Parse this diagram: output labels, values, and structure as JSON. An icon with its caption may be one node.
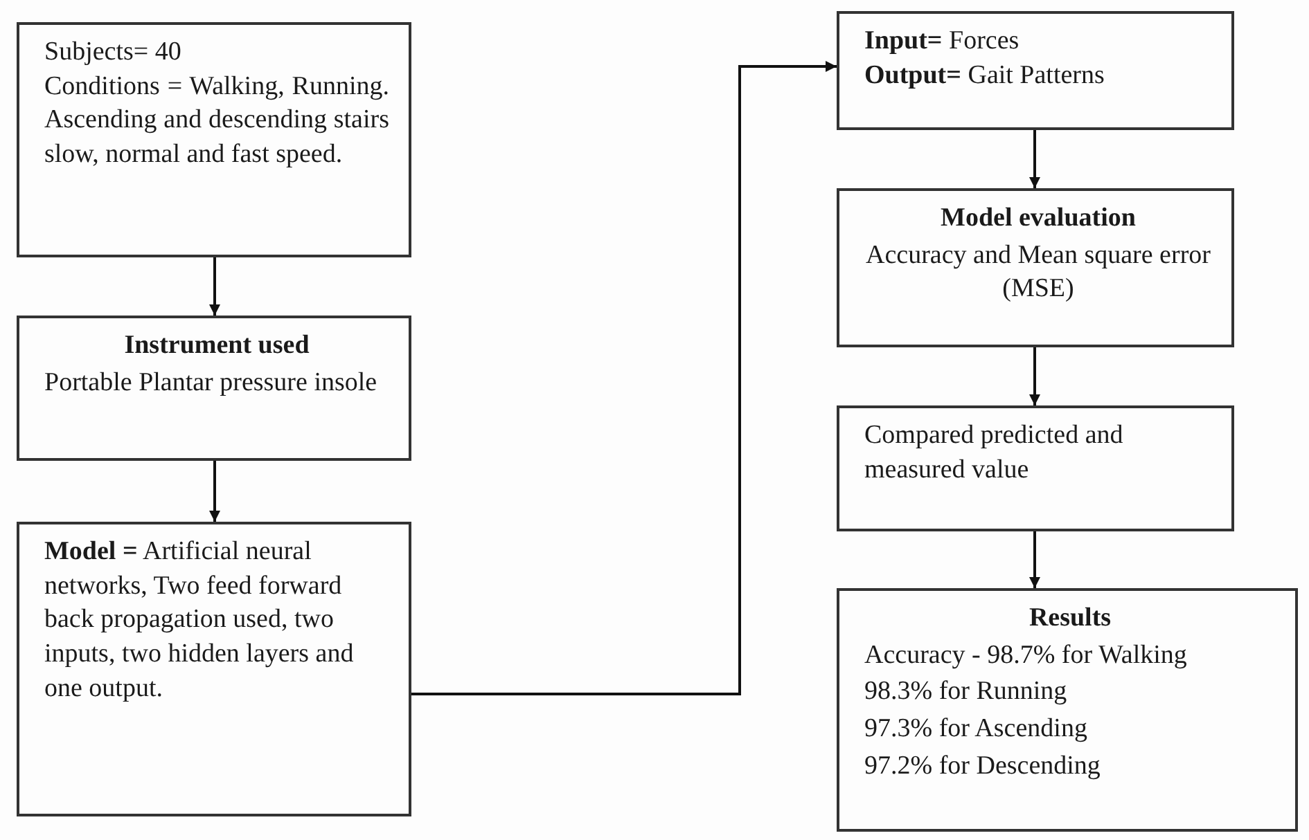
{
  "diagram": {
    "nodes": [
      {
        "text": [
          "Subjects= 40",
          "Conditions = Walking, Running. Ascending and descending stairs slow, normal and fast speed."
        ]
      },
      {
        "text": [
          "Instrument used",
          "Portable Plantar pressure insole"
        ]
      },
      {
        "text": [
          "**Model =** Artificial neural networks, Two feed forward back propagation used, two inputs, two hidden layers and one output."
        ]
      },
      {
        "text": [
          "**Input=** Forces",
          "**Output=** Gait Patterns"
        ]
      },
      {
        "text": [
          "Model evaluation",
          "Accuracy and Mean square error (MSE)"
        ]
      },
      {
        "text": [
          "Compared predicted and measured value"
        ]
      },
      {
        "text": [
          "Results",
          "Accuracy - 98.7% for Walking",
          "98.3% for Running",
          "97.3% for Ascending",
          "97.2% for Descending"
        ]
      }
    ],
    "edges": [
      {
        "from": 0,
        "to": 1,
        "arrow": "to"
      },
      {
        "from": 1,
        "to": 2,
        "arrow": "to"
      },
      {
        "from": 2,
        "to": 3,
        "arrow": "to"
      },
      {
        "from": 3,
        "to": 4,
        "arrow": "to"
      },
      {
        "from": 4,
        "to": 5,
        "arrow": "to"
      },
      {
        "from": 5,
        "to": 6,
        "arrow": "to"
      }
    ]
  }
}
